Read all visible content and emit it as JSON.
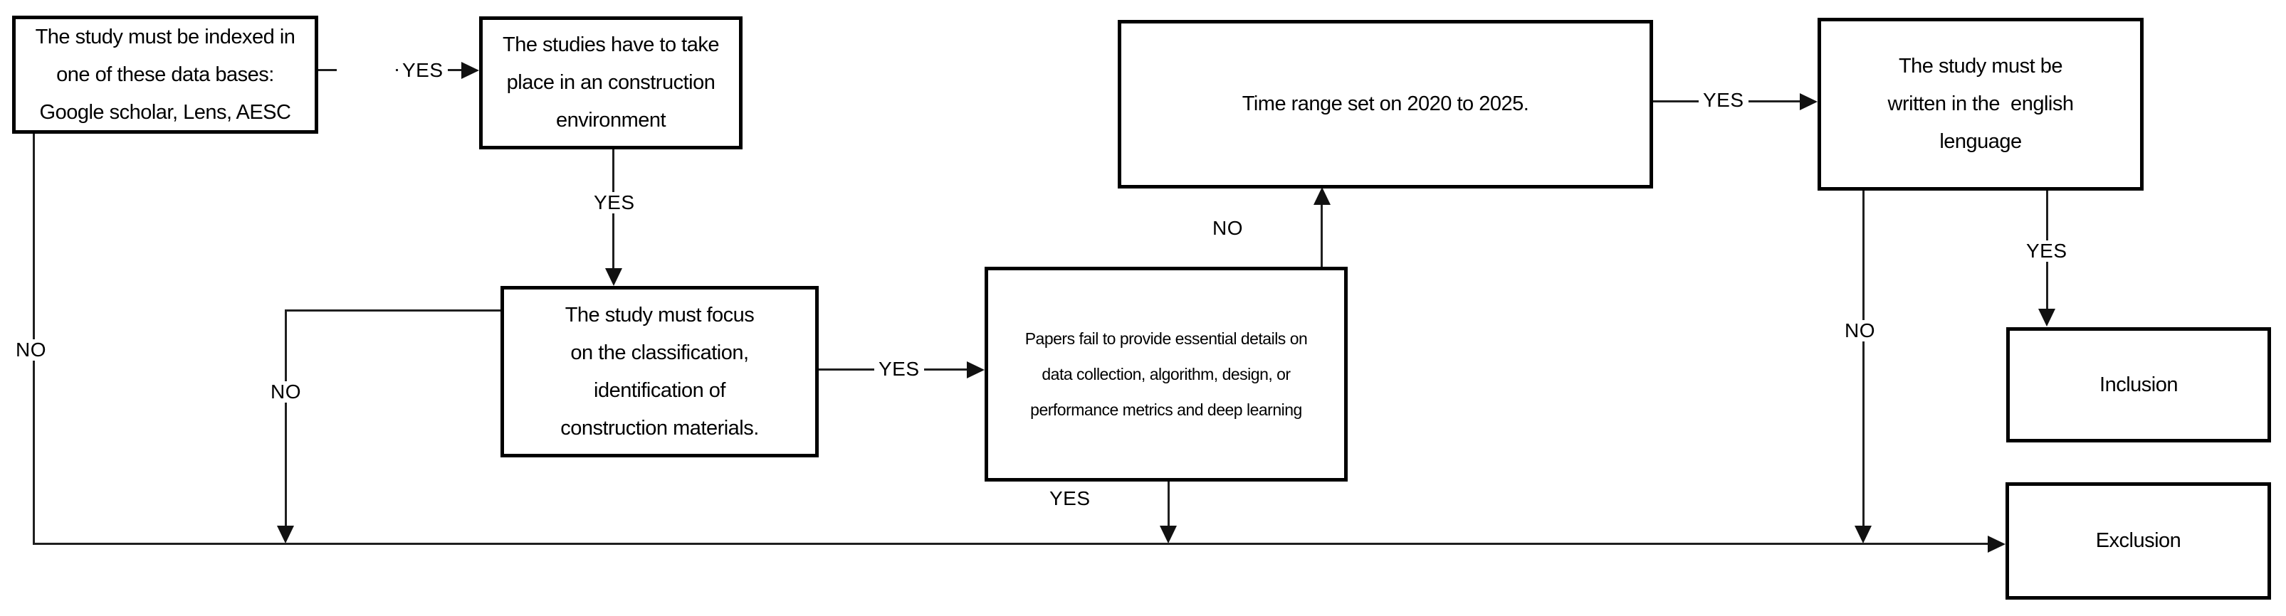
{
  "flowchart": {
    "boxes": {
      "indexed_db": {
        "lines": [
          "The study must be indexed in",
          "one of these data bases:",
          "Google scholar, Lens, AESC"
        ]
      },
      "construction_env": {
        "lines": [
          "The studies have to take",
          "place in an construction",
          "environment"
        ]
      },
      "classification_focus": {
        "lines": [
          "The study must focus",
          "on the classification,",
          "identification of",
          "construction materials."
        ]
      },
      "papers_fail": {
        "lines": [
          "Papers fail to provide essential details on",
          "data collection, algorithm, design, or",
          "performance metrics and deep learning"
        ]
      },
      "time_range": {
        "lines": [
          "Time range set on 2020 to 2025."
        ]
      },
      "english_language": {
        "lines": [
          "The study must be",
          "written in the  english",
          "lenguage"
        ]
      },
      "inclusion": {
        "lines": [
          "Inclusion"
        ]
      },
      "exclusion": {
        "lines": [
          "Exclusion"
        ]
      }
    },
    "labels": {
      "yes_indexed_to_env": "YES",
      "yes_env_to_focus": "YES",
      "yes_focus_to_papers": "YES",
      "yes_papers_down": "YES",
      "yes_time_to_english": "YES",
      "yes_english_to_inclusion": "YES",
      "no_indexed_down": "NO",
      "no_focus_down": "NO",
      "no_papers_to_time": "NO",
      "no_english_down": "NO"
    },
    "colors": {
      "box_border": "#000000",
      "line": "#1f1f1f",
      "text": "#000000",
      "background": "#ffffff"
    }
  }
}
